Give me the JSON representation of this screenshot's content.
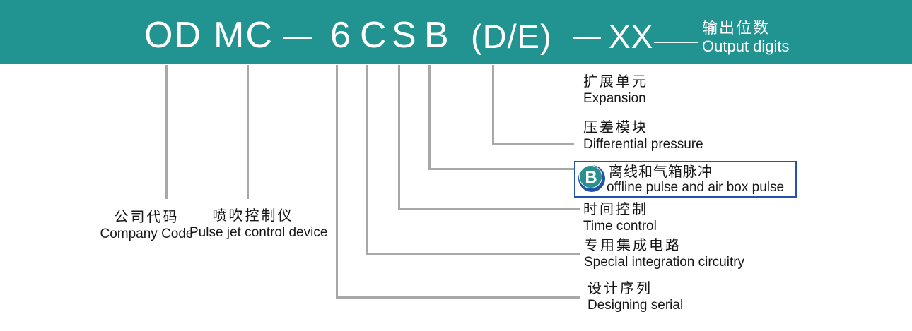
{
  "banner": {
    "model": {
      "od": "OD",
      "mc": "MC",
      "dash1": "—",
      "digit": "6",
      "c": "C",
      "s": "S",
      "b": "B",
      "de": "(D/E)",
      "dash2": "—",
      "xx": "XX"
    },
    "output_digits": {
      "cn": "输出位数",
      "en": "Output digits"
    }
  },
  "labels": {
    "company": {
      "cn": "公司代码",
      "en": "Company Code"
    },
    "pulse_jet": {
      "cn": "喷吹控制仪",
      "en": "Pulse jet control device"
    },
    "expansion": {
      "cn": "扩展单元",
      "en": "Expansion"
    },
    "diff_pressure": {
      "cn": "压差模块",
      "en": "Differential pressure"
    },
    "offline_pulse": {
      "badge": "B",
      "cn": "离线和气箱脉冲",
      "en": "offline pulse and air box pulse"
    },
    "time_control": {
      "cn": "时间控制",
      "en": "Time control"
    },
    "integration": {
      "cn": "专用集成电路",
      "en": "Special integration circuitry"
    },
    "designing": {
      "cn": "设计序列",
      "en": "Designing serial"
    }
  },
  "colors": {
    "banner_teal": "#219492",
    "connector_gray": "#a8a8a8",
    "highlight_box_blue": "#2353a8",
    "badge_teal": "#2a908f",
    "text_black": "#161616",
    "banner_text_white": "#ffffff"
  }
}
